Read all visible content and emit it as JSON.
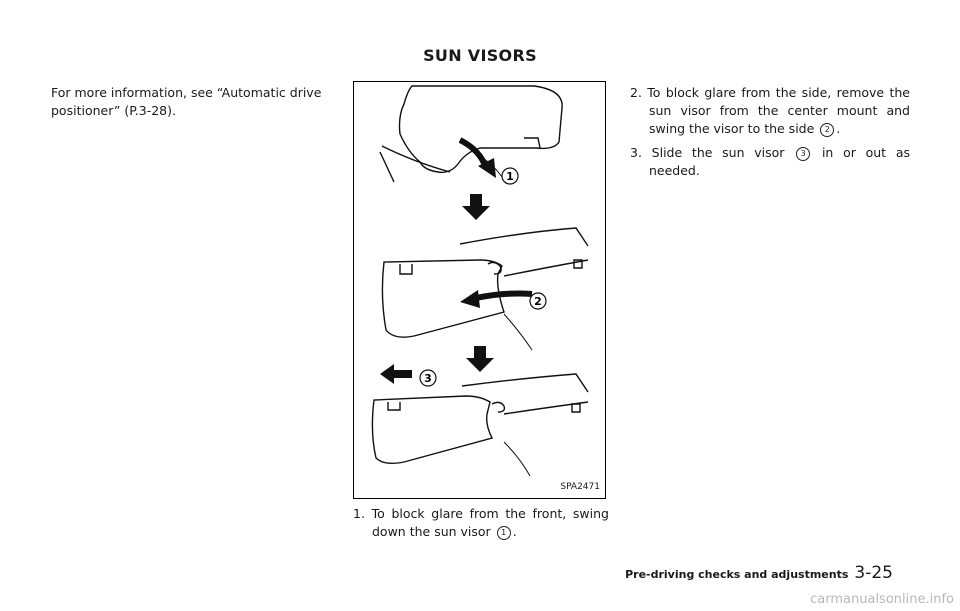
{
  "page": {
    "title": "SUN VISORS",
    "intro": "For more information, see “Automatic drive positioner” (P.3-28).",
    "figure_code": "SPA2471",
    "step1": {
      "pre": "1. To block glare from the front, swing down the sun visor",
      "num": "1",
      "post": "."
    },
    "step2": {
      "pre": "2. To block glare from the side, remove the sun visor from the center mount and swing the visor to the side",
      "num": "2",
      "post": "."
    },
    "step3": {
      "pre": "3. Slide the sun visor",
      "num": "3",
      "post": "in or out as needed."
    },
    "figure_labels": {
      "one": "1",
      "two": "2",
      "three": "3"
    },
    "footer": {
      "section": "Pre-driving checks and adjustments",
      "page": "3-25"
    },
    "watermark": "carmanualsonline.info"
  }
}
